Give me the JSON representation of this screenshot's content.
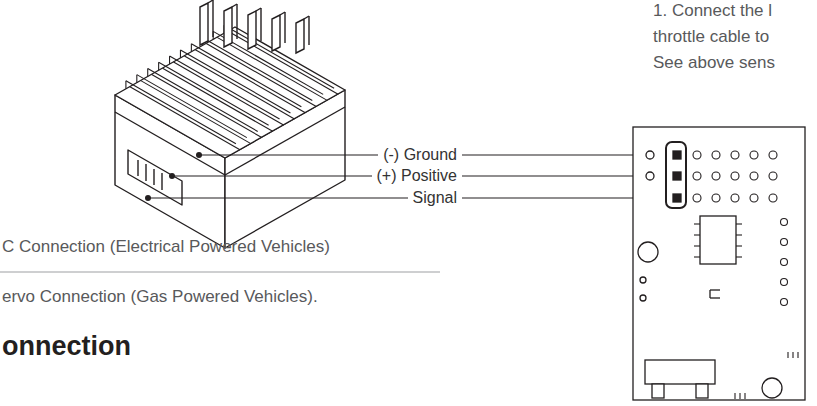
{
  "diagram": {
    "labels": [
      "1. Connect the l",
      "throttle cable to",
      "See above sens",
      "(-) Ground",
      "(+) Positive",
      "Signal",
      "C Connection (Electrical Powered Vehicles)",
      "ervo Connection (Gas Powered Vehicles).",
      "onnection"
    ]
  }
}
